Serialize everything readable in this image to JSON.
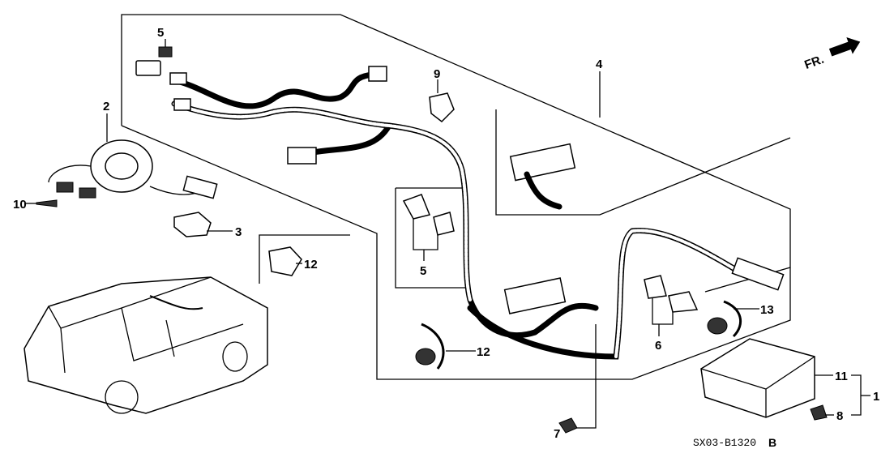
{
  "diagram": {
    "direction_indicator": "FR.",
    "diagram_code": "SX03-B1320",
    "diagram_code_suffix": "B",
    "part_callouts": [
      "1",
      "2",
      "3",
      "4",
      "5",
      "5",
      "6",
      "7",
      "8",
      "9",
      "10",
      "11",
      "12",
      "12",
      "13"
    ]
  }
}
